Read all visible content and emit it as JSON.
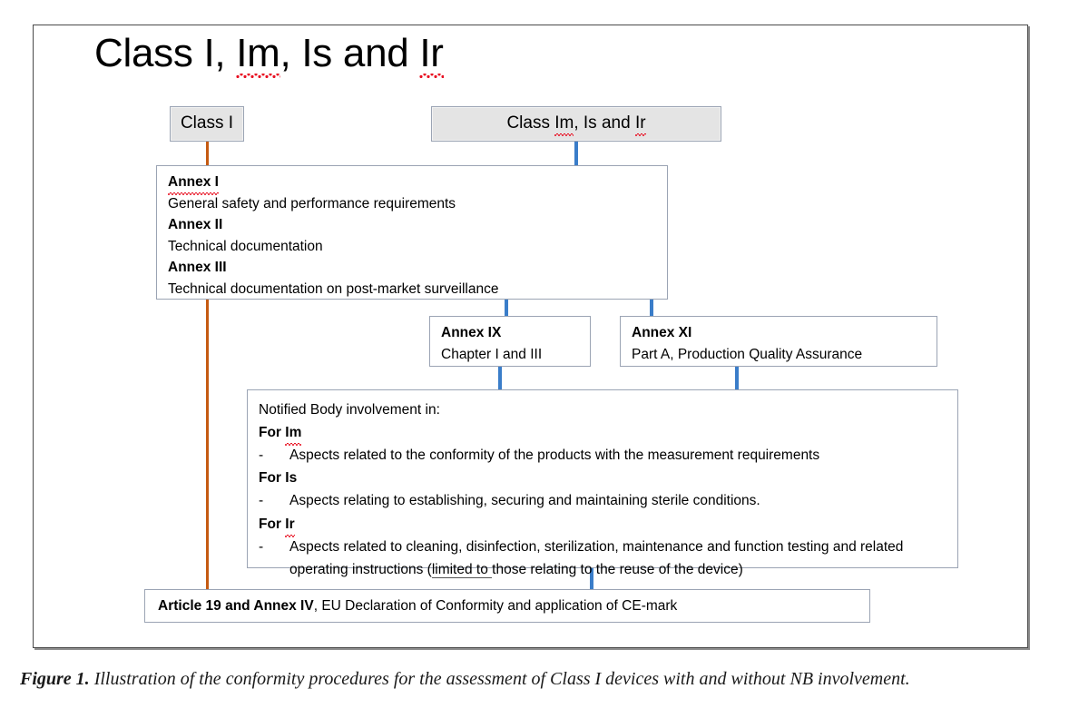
{
  "figure": {
    "title": "Class I, Im, Is and Ir",
    "title_parts": [
      {
        "text": "Class I, ",
        "squiggly": false
      },
      {
        "text": "Im",
        "squiggly": true
      },
      {
        "text": ", Is and ",
        "squiggly": false
      },
      {
        "text": "Ir",
        "squiggly": true
      }
    ],
    "caption_lead": "Figure 1.",
    "caption_text": " Illustration of the conformity procedures for the assessment of Class I devices with and without NB involvement."
  },
  "boxes": {
    "class_i": {
      "label": "Class I"
    },
    "class_im_is_ir": {
      "label": "Class Im, Is and Ir",
      "parts": [
        {
          "text": "Class ",
          "squiggly": false
        },
        {
          "text": "Im",
          "squiggly": true
        },
        {
          "text": ", Is and ",
          "squiggly": false
        },
        {
          "text": "Ir",
          "squiggly": true
        }
      ]
    },
    "annexes": {
      "lines": [
        {
          "heading": "Annex I",
          "heading_squiggly": true,
          "text": "General safety and performance requirements"
        },
        {
          "heading": "Annex II",
          "heading_squiggly": false,
          "text": "Technical documentation"
        },
        {
          "heading": "Annex III",
          "heading_squiggly": false,
          "text": "Technical documentation on post-market surveillance"
        }
      ]
    },
    "annex_ix": {
      "heading": "Annex IX",
      "text": "Chapter I and III"
    },
    "annex_xi": {
      "heading": "Annex XI",
      "text": "Part A, Production Quality Assurance"
    },
    "notified_body": {
      "intro": "Notified Body involvement in:",
      "groups": [
        {
          "heading": "For Im",
          "heading_prefix": "For ",
          "heading_squiggly_word": "Im",
          "dash": "-",
          "items": [
            {
              "line1": "Aspects related to the conformity of the products with the measurement requirements",
              "line2": ""
            }
          ]
        },
        {
          "heading": "For Is",
          "heading_prefix": "For ",
          "heading_squiggly_word": "Is",
          "heading_squiggly": false,
          "dash": "-",
          "items": [
            {
              "line1": "Aspects relating to establishing, securing and maintaining sterile conditions.",
              "line2": ""
            }
          ]
        },
        {
          "heading": "For Ir",
          "heading_prefix": "For ",
          "heading_squiggly_word": "Ir",
          "dash": "-",
          "items": [
            {
              "line1": "Aspects related to cleaning, disinfection, sterilization, maintenance and function testing and",
              "line2_a": "related operating instructions (",
              "line2_underlined": "limited to ",
              "line2_b": "those relating to the reuse of the device)"
            }
          ]
        }
      ]
    },
    "article_19": {
      "bold_part": "Article 19 and Annex IV",
      "rest_part": ", EU Declaration of Conformity and application of CE-mark"
    }
  },
  "colors": {
    "connector_orange": "#C55A11",
    "connector_blue": "#3A7DC9",
    "box_border": "#9BA4B4",
    "shaded_fill": "#E4E4E4",
    "frame_border": "#4A4A4A",
    "squiggly_red": "#E81123"
  }
}
